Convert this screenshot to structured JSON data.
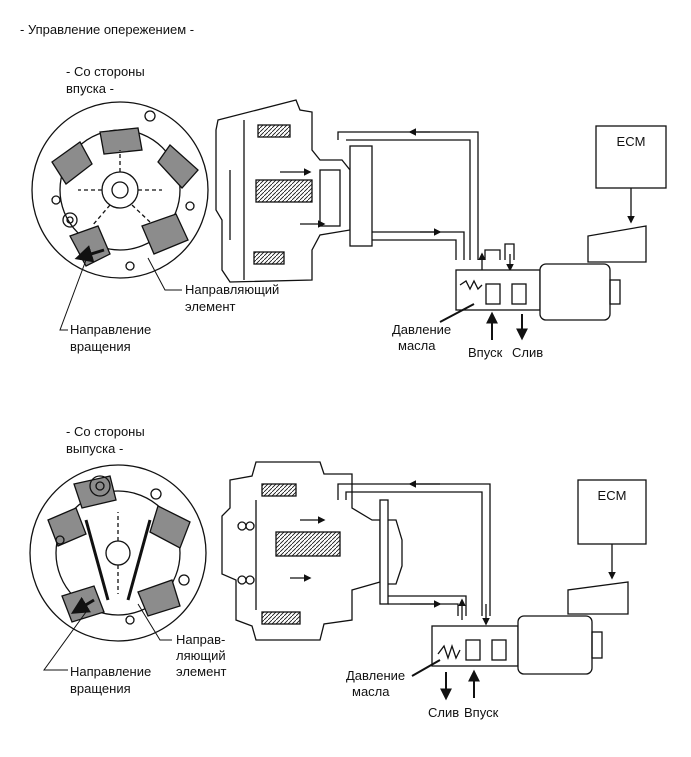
{
  "title": "- Управление опережением -",
  "intake": {
    "side_title": [
      "- Со стороны",
      "впуска -"
    ],
    "guide_label": [
      "Направляющий",
      "элемент"
    ],
    "rotation_label": [
      "Направление",
      "вращения"
    ],
    "ecm": "ECM",
    "oil_pressure": [
      "Давление",
      "масла"
    ],
    "port_in": "Впуск",
    "port_drain": "Слив"
  },
  "exhaust": {
    "side_title": [
      "- Со стороны",
      "выпуска -"
    ],
    "guide_label": [
      "Направ-",
      "ляющий",
      "элемент"
    ],
    "rotation_label": [
      "Направление",
      "вращения"
    ],
    "ecm": "ECM",
    "oil_pressure": [
      "Давление",
      "масла"
    ],
    "port_drain": "Слив",
    "port_in": "Впуск"
  },
  "colors": {
    "line": "#111111",
    "vane_fill": "#8c8c8c",
    "background": "#ffffff"
  }
}
